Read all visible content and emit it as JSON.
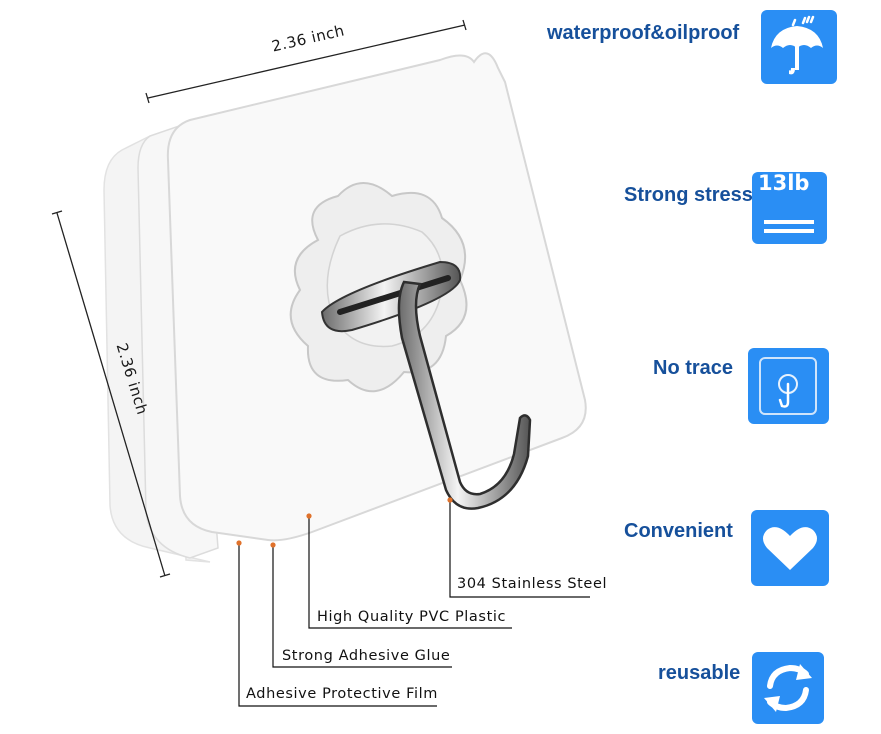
{
  "dimensions": {
    "width_label": "2.36 inch",
    "height_label": "2.36 inch"
  },
  "callouts": [
    {
      "label": "304 Stainless Steel"
    },
    {
      "label": "High Quality PVC Plastic"
    },
    {
      "label": "Strong Adhesive Glue"
    },
    {
      "label": "Adhesive Protective Film"
    }
  ],
  "features": [
    {
      "label": "waterproof&oilproof",
      "icon": "umbrella-rain-icon"
    },
    {
      "label": "Strong stress",
      "icon": "weight-13lb-icon",
      "badge_text": "13lb"
    },
    {
      "label": "No trace",
      "icon": "hook-frame-icon"
    },
    {
      "label": "Convenient",
      "icon": "heart-icon"
    },
    {
      "label": "reusable",
      "icon": "refresh-arrows-icon"
    }
  ],
  "colors": {
    "feature_text": "#16509b",
    "badge_blue": "#2a8ef4",
    "callout_dot": "#e0722b"
  }
}
